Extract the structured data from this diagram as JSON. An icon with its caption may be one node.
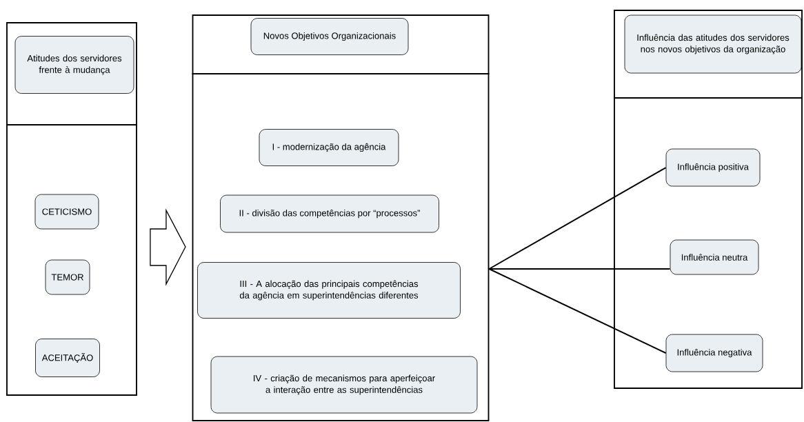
{
  "diagram": {
    "nodes": [
      {
        "text": [],
        "shape": "box"
      },
      {
        "text": [
          "Atitudes dos servidores frente à mudança"
        ],
        "in": 0
      },
      {
        "text": [
          "CETICISMO"
        ],
        "in": 0
      },
      {
        "text": [
          "TEMOR"
        ],
        "in": 0
      },
      {
        "text": [
          "ACEITAÇÃO"
        ],
        "in": 0
      },
      {
        "text": [],
        "shape": "box"
      },
      {
        "text": [
          "Novos Objetivos Organizacionais"
        ],
        "in": 5
      },
      {
        "text": [
          "I - modernização da agência"
        ],
        "in": 5
      },
      {
        "text": [
          "II - divisão das competências por “processos”"
        ],
        "in": 5
      },
      {
        "text": [
          "III - A alocação das principais competências da agência em superintendências diferentes"
        ],
        "in": 5
      },
      {
        "text": [
          "IV - criação de mecanismos para aperfeiçoar a interação entre as superintendências"
        ],
        "in": 5
      },
      {
        "text": [],
        "shape": "box"
      },
      {
        "text": [
          "Influência das atitudes dos servidores nos novos objetivos da organização"
        ],
        "in": 11
      },
      {
        "text": [
          "Influência positiva"
        ],
        "in": 11
      },
      {
        "text": [
          "Influência neutra"
        ],
        "in": 11
      },
      {
        "text": [
          "Influência negativa"
        ],
        "in": 11
      }
    ],
    "edges": [
      {
        "from": 0,
        "to": 5,
        "arrow": "to"
      },
      {
        "from": 5,
        "to": 13,
        "arrow": "none"
      },
      {
        "from": 5,
        "to": 14,
        "arrow": "none"
      },
      {
        "from": 5,
        "to": 15,
        "arrow": "none"
      }
    ]
  }
}
